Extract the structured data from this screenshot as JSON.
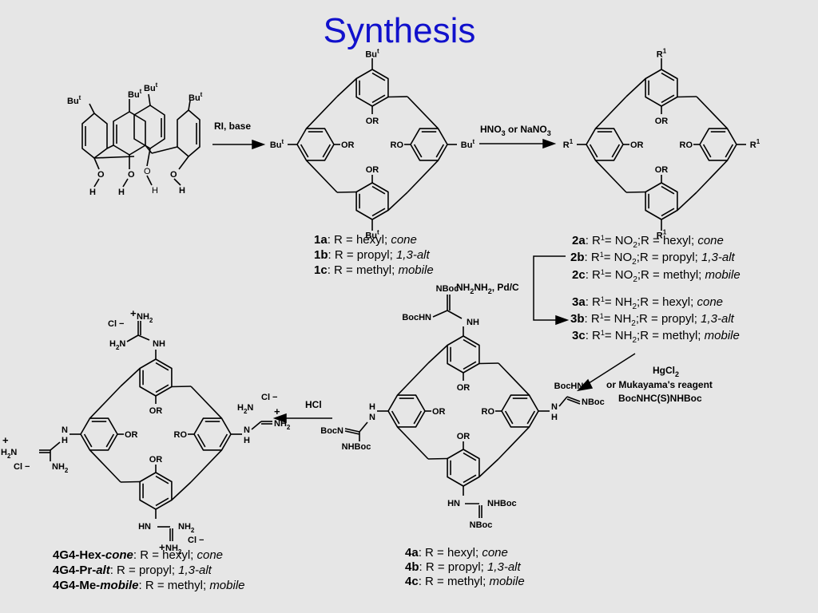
{
  "title": "Synthesis",
  "start": {
    "butyl": "Bu",
    "t": "t",
    "oh_o": "O",
    "oh_h": "H"
  },
  "cores": {
    "or": "OR",
    "ro": "RO",
    "c1_sub": {
      "sym": "Bu",
      "sup": "t"
    },
    "c2_sub": {
      "sym": "R",
      "sup": "1"
    }
  },
  "step1": {
    "label": "RI, base"
  },
  "step2": {
    "label_a": "HNO",
    "label_sub": "3",
    "label_b": " or NaNO",
    "label_sub2": "3"
  },
  "step3": {
    "label_a": "NH",
    "sub1": "2",
    "label_b": "NH",
    "sub2": "2",
    "label_c": ", Pd/C"
  },
  "step4": {
    "line1_a": "HgCl",
    "line1_sub": "2",
    "line2": "or Mukayama's reagent",
    "line3": "BocNHC(S)NHBoc"
  },
  "step5": {
    "label": "HCl"
  },
  "compounds1": [
    {
      "id": "1a",
      "text": ": R = hexyl; ",
      "conf": "cone"
    },
    {
      "id": "1b",
      "text": ": R = propyl; ",
      "conf": "1,3-alt"
    },
    {
      "id": "1c",
      "text": ": R = methyl; ",
      "conf": "mobile"
    }
  ],
  "compounds2": [
    {
      "id": "2a",
      "pre": ": R",
      "sup": "1",
      "mid": "= NO",
      "sub": "2",
      "post": ";R = hexyl; ",
      "conf": "cone"
    },
    {
      "id": "2b",
      "pre": ": R",
      "sup": "1",
      "mid": "= NO",
      "sub": "2",
      "post": ";R = propyl; ",
      "conf": "1,3-alt"
    },
    {
      "id": "2c",
      "pre": ": R",
      "sup": "1",
      "mid": "= NO",
      "sub": "2",
      "post": ";R = methyl; ",
      "conf": "mobile"
    }
  ],
  "compounds3": [
    {
      "id": "3a",
      "pre": ": R",
      "sup": "1",
      "mid": "= NH",
      "sub": "2",
      "post": ";R = hexyl; ",
      "conf": "cone"
    },
    {
      "id": "3b",
      "pre": ": R",
      "sup": "1",
      "mid": "= NH",
      "sub": "2",
      "post": ";R = propyl; ",
      "conf": "1,3-alt"
    },
    {
      "id": "3c",
      "pre": ": R",
      "sup": "1",
      "mid": "= NH",
      "sub": "2",
      "post": ";R = methyl; ",
      "conf": "mobile"
    }
  ],
  "compounds4": [
    {
      "id": "4a",
      "text": ": R = hexyl; ",
      "conf": "cone"
    },
    {
      "id": "4b",
      "text": ": R = propyl; ",
      "conf": "1,3-alt"
    },
    {
      "id": "4c",
      "text": ": R = methyl; ",
      "conf": "mobile"
    }
  ],
  "compounds5": [
    {
      "id_a": "4G4-Hex-",
      "id_b": "cone",
      "text": ": R = hexyl; ",
      "conf": "cone"
    },
    {
      "id_a": "4G4-Pr-",
      "id_b": "alt",
      "text": ": R = propyl; ",
      "conf": "1,3-alt"
    },
    {
      "id_a": "4G4-Me-",
      "id_b": "mobile",
      "text": ": R = methyl; ",
      "conf": "mobile"
    }
  ],
  "boc": {
    "nboc": "NBoc",
    "bochn": "BocHN",
    "nhboc": "NHBoc",
    "bocn": "BocN",
    "nh": "NH",
    "n": "N",
    "h": "H",
    "hn": "HN"
  },
  "guan": {
    "cl": "Cl",
    "minus": "−",
    "plus": "+",
    "nh2": "NH",
    "h2n": "H",
    "two": "2",
    "n": "N",
    "nh": "NH",
    "hn": "HN",
    "h": "H"
  }
}
